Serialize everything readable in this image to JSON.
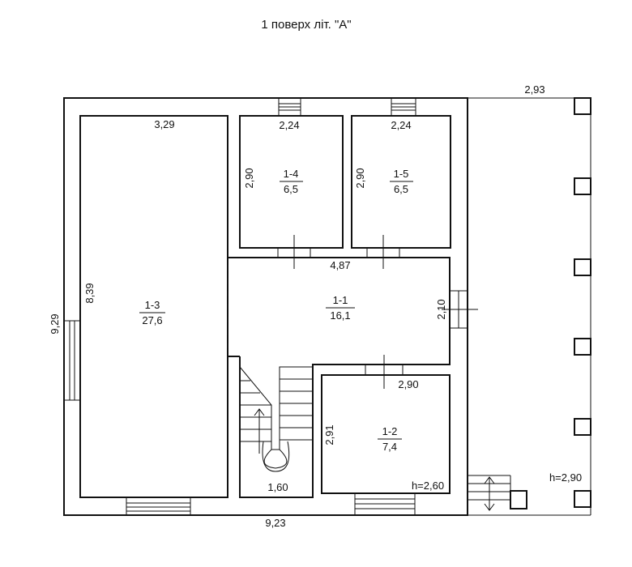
{
  "title": "1 поверх літ. \"А\"",
  "dimensions": {
    "outer_height": "9,29",
    "outer_width": "9,23",
    "terrace_width": "2,93",
    "terrace_height": "h=2,90",
    "room13_width": "3,29",
    "room13_height": "8,39",
    "room14_width": "2,24",
    "room14_height": "2,90",
    "room15_width": "2,24",
    "room15_height": "2,90",
    "hall_width": "4,87",
    "hall_height": "2,10",
    "room12_width": "2,90",
    "room12_height": "2,91",
    "room12_ceiling": "h=2,60",
    "stair_width": "1,60"
  },
  "rooms": [
    {
      "id": "1-3",
      "area": "27,6"
    },
    {
      "id": "1-4",
      "area": "6,5"
    },
    {
      "id": "1-5",
      "area": "6,5"
    },
    {
      "id": "1-1",
      "area": "16,1"
    },
    {
      "id": "1-2",
      "area": "7,4"
    }
  ]
}
